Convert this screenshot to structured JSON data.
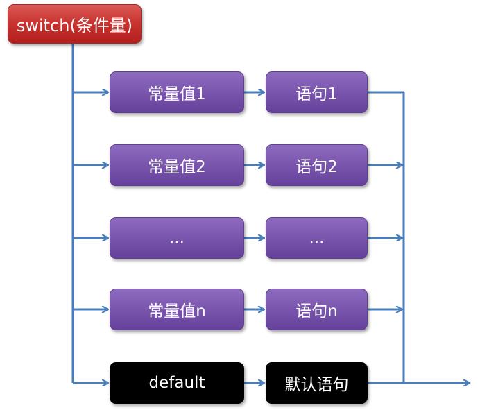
{
  "switch_box": "switch(条件量)",
  "cases": [
    {
      "constant": "常量值1",
      "statement": "语句1"
    },
    {
      "constant": "常量值2",
      "statement": "语句2"
    },
    {
      "constant": "...",
      "statement": "..."
    },
    {
      "constant": "常量值n",
      "statement": "语句n"
    }
  ],
  "default": {
    "label": "default",
    "statement": "默认语句"
  },
  "colors": {
    "arrow": "#4a7ebb",
    "switch_box": "#c8322f",
    "case_box": "#7a55ad",
    "default_box": "#000000"
  }
}
